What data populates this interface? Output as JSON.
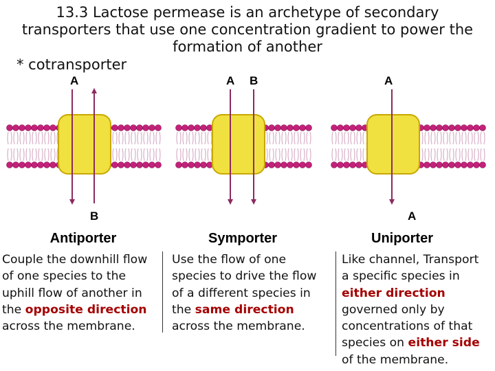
{
  "title": {
    "line1": "13.3 Lactose permease is an archetype of secondary",
    "line2": "transporters that use one concentration gradient to power the",
    "line3": "formation of another"
  },
  "note": "* cotransporter",
  "panels": [
    {
      "name": "Antiporter",
      "labels": {
        "top": "A",
        "bottom": "B"
      },
      "description": {
        "line1": "Couple the downhill flow",
        "line2": "of one species to the",
        "line3": "uphill flow of another in",
        "line4_prefix": "the ",
        "highlight": "opposite direction",
        "line5": "across the membrane."
      }
    },
    {
      "name": "Symporter",
      "labels": {
        "top_left": "A",
        "top_right": "B"
      },
      "description": {
        "line1": "Use the flow of one",
        "line2": "species to drive the flow",
        "line3": "of a different species in",
        "line4_prefix": "the ",
        "highlight": "same direction",
        "line5": "across the membrane."
      }
    },
    {
      "name": "Uniporter",
      "labels": {
        "top": "A",
        "bottom": "A"
      },
      "description": {
        "line1": "Like channel, Transport",
        "line2": "a specific species in",
        "highlight1": "either direction",
        "line4": "governed only by",
        "line5": "concentrations of that",
        "line6_prefix": "species on ",
        "highlight2": "either side",
        "line7": "of the membrane."
      }
    }
  ],
  "colors": {
    "head": "#c2227a",
    "tail": "#d8b0c8",
    "protein": "#f0e040",
    "protein_edge": "#c8a800",
    "arrow": "#8c2a60",
    "highlight": "#a40000"
  }
}
